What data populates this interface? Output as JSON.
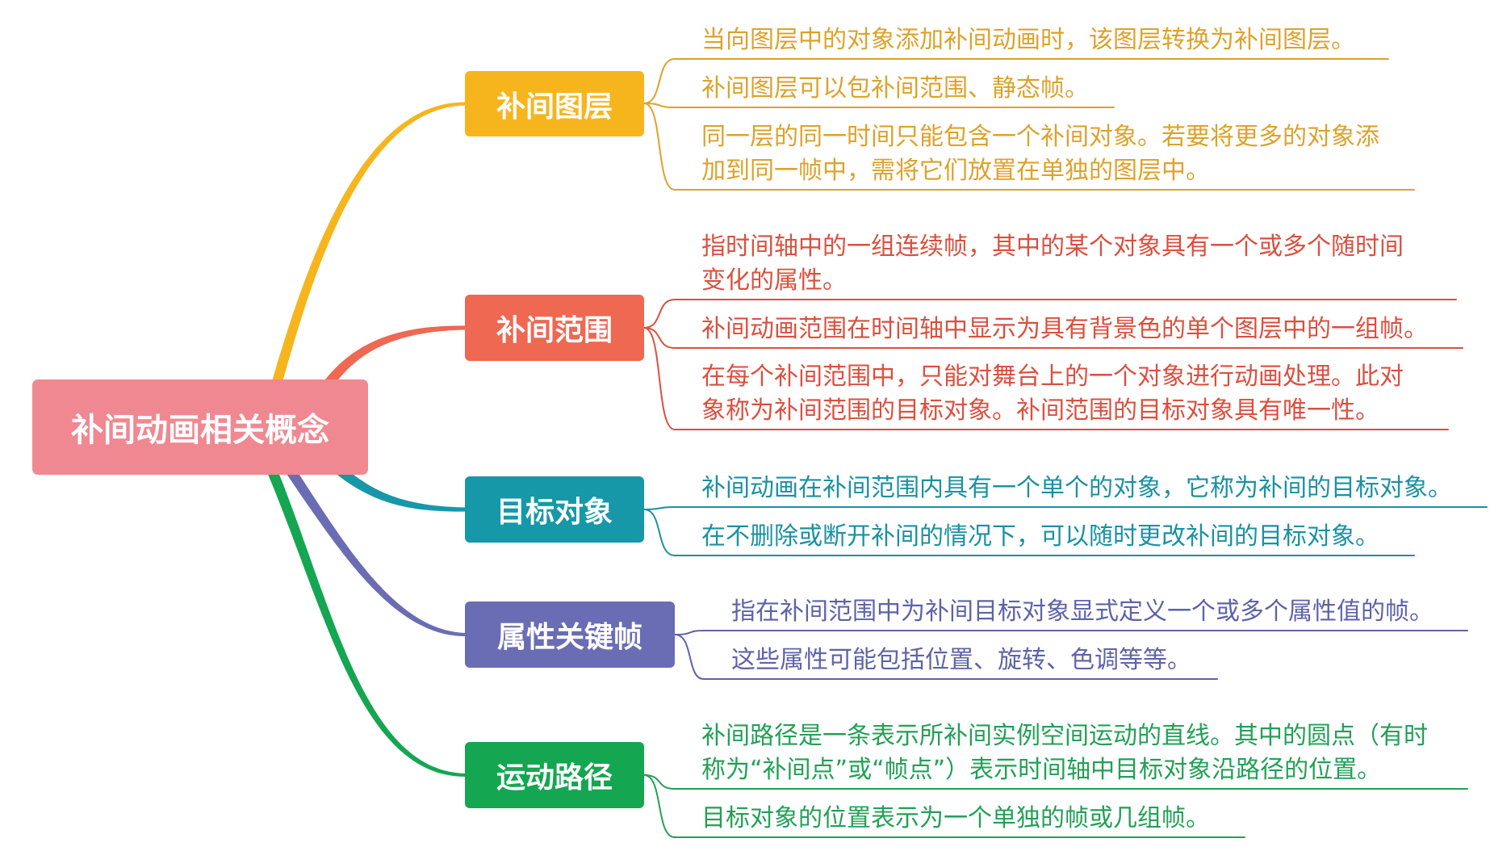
{
  "central": {
    "label": "补间动画相关概念",
    "color": "#F08891"
  },
  "branches": [
    {
      "label": "补间图层",
      "color": "#F7B51D",
      "leaf_color": "#DDA22A",
      "leaves": [
        {
          "lines": [
            "当向图层中的对象添加补间动画时，该图层转换为补间图层。"
          ]
        },
        {
          "lines": [
            "补间图层可以包补间范围、静态帧。"
          ]
        },
        {
          "lines": [
            "同一层的同一时间只能包含一个补间对象。若要将更多的对象添",
            "加到同一帧中，需将它们放置在单独的图层中。"
          ]
        }
      ]
    },
    {
      "label": "补间范围",
      "color": "#EE6852",
      "leaf_color": "#DB4F3E",
      "leaves": [
        {
          "lines": [
            "指时间轴中的一组连续帧，其中的某个对象具有一个或多个随时间",
            "变化的属性。"
          ]
        },
        {
          "lines": [
            "补间动画范围在时间轴中显示为具有背景色的单个图层中的一组帧。"
          ]
        },
        {
          "lines": [
            "在每个补间范围中，只能对舞台上的一个对象进行动画处理。此对",
            "象称为补间范围的目标对象。补间范围的目标对象具有唯一性。"
          ]
        }
      ]
    },
    {
      "label": "目标对象",
      "color": "#1698A8",
      "leaf_color": "#1A91A2",
      "leaves": [
        {
          "lines": [
            "补间动画在补间范围内具有一个单个的对象，它称为补间的目标对象。"
          ]
        },
        {
          "lines": [
            "在不删除或断开补间的情况下，可以随时更改补间的目标对象。"
          ]
        }
      ]
    },
    {
      "label": "属性关键帧",
      "color": "#6A6DB3",
      "leaf_color": "#5E62A8",
      "leaves": [
        {
          "lines": [
            "指在补间范围中为补间目标对象显式定义一个或多个属性值的帧。"
          ]
        },
        {
          "lines": [
            "这些属性可能包括位置、旋转、色调等等。"
          ]
        }
      ]
    },
    {
      "label": "运动路径",
      "color": "#14A651",
      "leaf_color": "#22A056",
      "leaves": [
        {
          "lines": [
            "补间路径是一条表示所补间实例空间运动的直线。其中的圆点（有时",
            "称为“补间点”或“帧点”）表示时间轴中目标对象沿路径的位置。"
          ]
        },
        {
          "lines": [
            "目标对象的位置表示为一个单独的帧或几组帧。"
          ]
        }
      ]
    }
  ]
}
